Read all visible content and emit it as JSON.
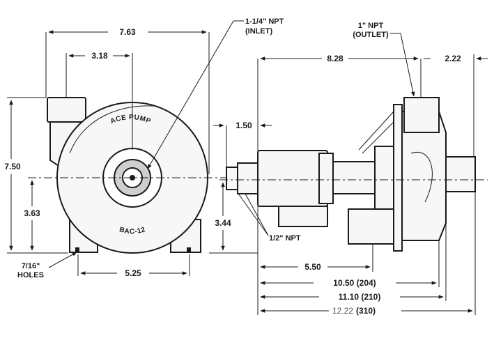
{
  "dimensions": {
    "overall_width": "7.63",
    "inlet_offset": "3.18",
    "overall_height": "7.50",
    "shaft_height": "3.63",
    "base_width": "5.25",
    "drain_offset": "1.50",
    "drain_height": "3.44",
    "outlet_offset": "8.28",
    "outlet_end": "2.22",
    "motor_foot": "5.50",
    "length_1": "10.50 (204)",
    "length_2": "11.10 (210)",
    "length_3_value": "12.22",
    "length_3_mm": "(310)"
  },
  "callouts": {
    "inlet_size": "1-1/4\" NPT",
    "inlet_label": "(INLET)",
    "outlet_size": "1\" NPT",
    "outlet_label": "(OUTLET)",
    "drain": "1/2\" NPT",
    "holes_size": "7/16\"",
    "holes_label": "HOLES"
  },
  "embossing": {
    "brand": "ACE PUMP",
    "model": "BAC-12"
  }
}
